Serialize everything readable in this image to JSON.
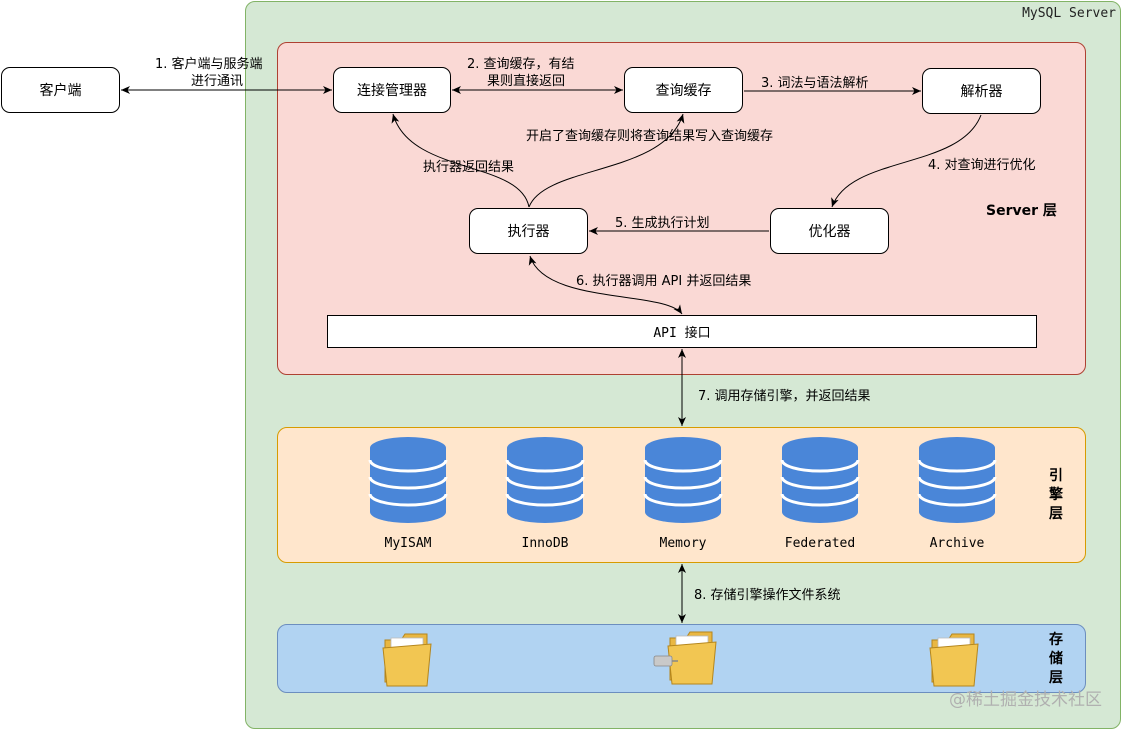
{
  "mysql_server": {
    "label": "MySQL Server"
  },
  "client": {
    "label": "客户端"
  },
  "nodes": {
    "connection_manager": "连接管理器",
    "query_cache": "查询缓存",
    "parser": "解析器",
    "optimizer": "优化器",
    "executor": "执行器",
    "api": "API 接口"
  },
  "edges": {
    "step1": [
      "1. 客户端与服务端",
      "进行通讯"
    ],
    "step2": [
      "2. 查询缓存，有结",
      "果则直接返回"
    ],
    "step3": "3. 词法与语法解析",
    "step4": "4. 对查询进行优化",
    "step5": "5. 生成执行计划",
    "step6": "6. 执行器调用 API 并返回结果",
    "step7": "7. 调用存储引擎，并返回结果",
    "step8": "8. 存储引擎操作文件系统",
    "cache_write": "开启了查询缓存则将查询结果写入查询缓存",
    "executor_return": "执行器返回结果"
  },
  "layers": {
    "server": "Server 层",
    "engine": "引擎层",
    "storage": "存储层"
  },
  "engines": [
    "MyISAM",
    "InnoDB",
    "Memory",
    "Federated",
    "Archive"
  ],
  "icons": {
    "engine": "database-cylinder-icon",
    "folder": "folder-icon",
    "network_folder": "network-folder-icon"
  },
  "colors": {
    "server_fill": "#fad9d5",
    "engine_fill": "#ffe6cc",
    "storage_fill": "#b1d3f2",
    "outer_fill": "#d5e8d4",
    "database_blue": "#4a86d8"
  },
  "watermark": "@稀土掘金技术社区"
}
